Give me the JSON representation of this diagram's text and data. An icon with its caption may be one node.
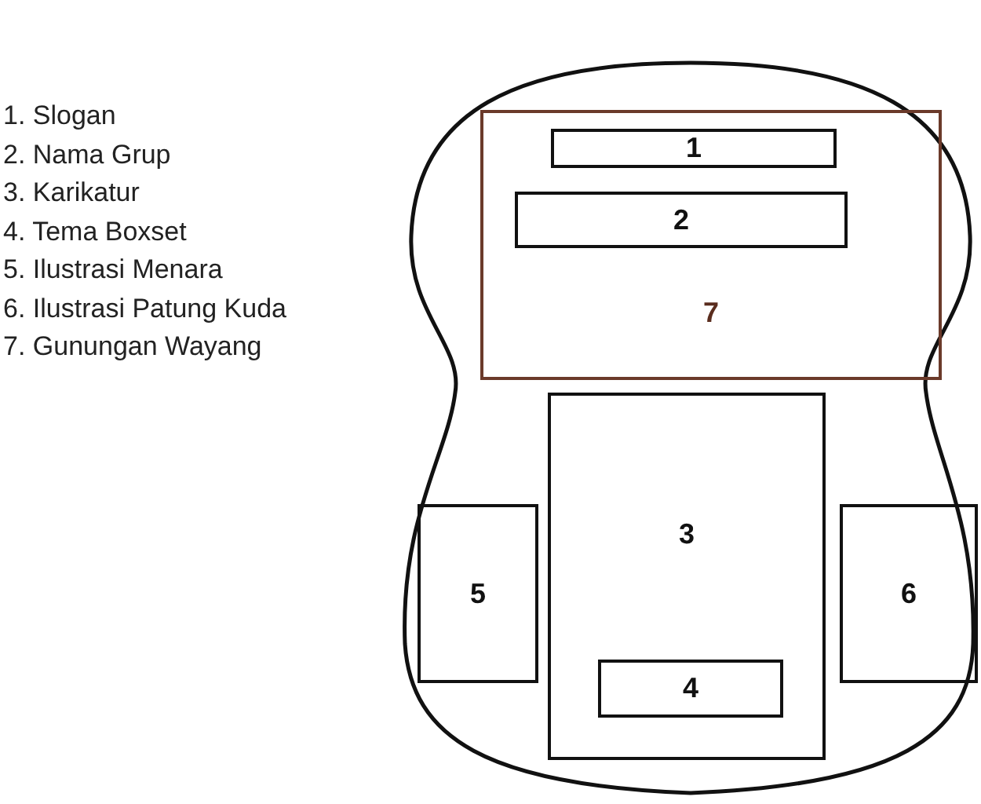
{
  "diagram": {
    "nodes": [
      {
        "text": [],
        "shape": "box"
      },
      {
        "text": [
          "7"
        ],
        "in": 0
      },
      {
        "text": [
          "1"
        ],
        "in": 1
      },
      {
        "text": [
          "2"
        ],
        "in": 1
      },
      {
        "text": [
          "3"
        ],
        "in": 0
      },
      {
        "text": [
          "4"
        ],
        "in": 4
      },
      {
        "text": [
          "5"
        ],
        "in": 0
      },
      {
        "text": [
          "6"
        ],
        "in": 0
      }
    ],
    "edges": [],
    "labels": [
      "1. Slogan",
      "2. Nama Grup",
      "3. Karikatur",
      "4. Tema Boxset",
      "5. Ilustrasi Menara",
      "6. Ilustrasi Patung Kuda",
      "7. Gunungan Wayang"
    ]
  }
}
